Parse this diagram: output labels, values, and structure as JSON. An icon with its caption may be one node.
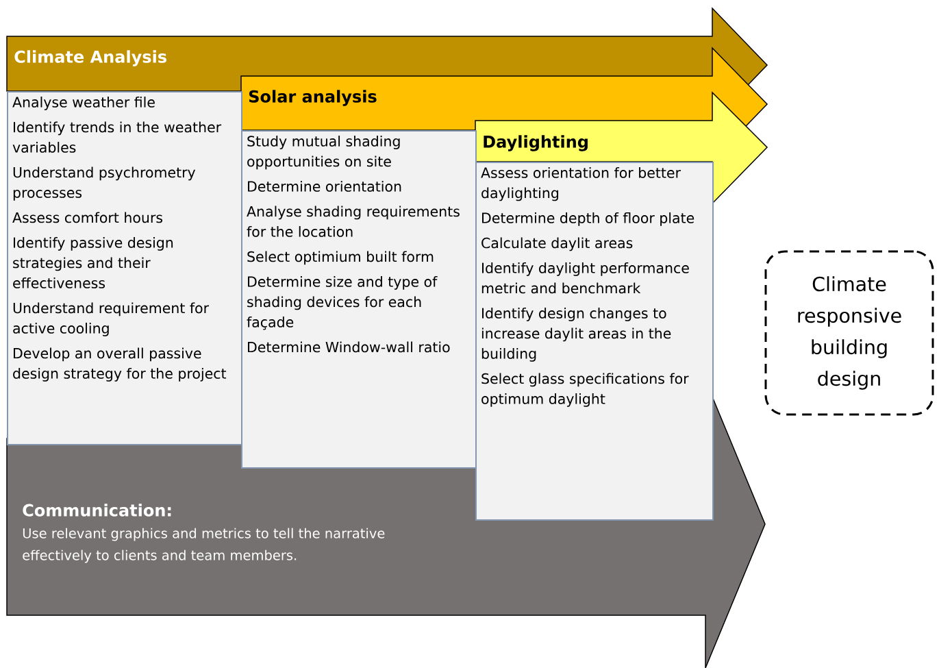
{
  "diagram": {
    "nodes": [
      {
        "text": [
          "Climate Analysis"
        ]
      },
      {
        "text": [
          "Analyse weather file",
          "Identify trends in the weather variables",
          "Understand psychrometry processes",
          "Assess comfort hours",
          "Identify passive design strategies and their effectiveness",
          "Understand requirement for active cooling",
          "Develop an overall passive design strategy for the project"
        ]
      },
      {
        "text": [
          "Solar analysis"
        ]
      },
      {
        "text": [
          "Study mutual shading opportunities on site",
          "Determine orientation",
          "Analyse shading requirements for the location",
          "Select optimium built form",
          "Determine size and type of shading devices for each façade",
          "Determine Window-wall ratio"
        ]
      },
      {
        "text": [
          "Daylighting"
        ]
      },
      {
        "text": [
          "Assess orientation for better daylighting",
          "Determine depth of floor plate",
          "Calculate daylit areas",
          "Identify daylight performance metric and benchmark",
          "Identify design changes to increase daylit areas in the building",
          "Select glass specifications for optimum daylight"
        ]
      },
      {
        "text": [
          "Communication:",
          "Use relevant graphics and metrics to tell the narrative effectively to clients and team members."
        ]
      },
      {
        "text": [
          "Climate responsive building design"
        ]
      }
    ]
  }
}
